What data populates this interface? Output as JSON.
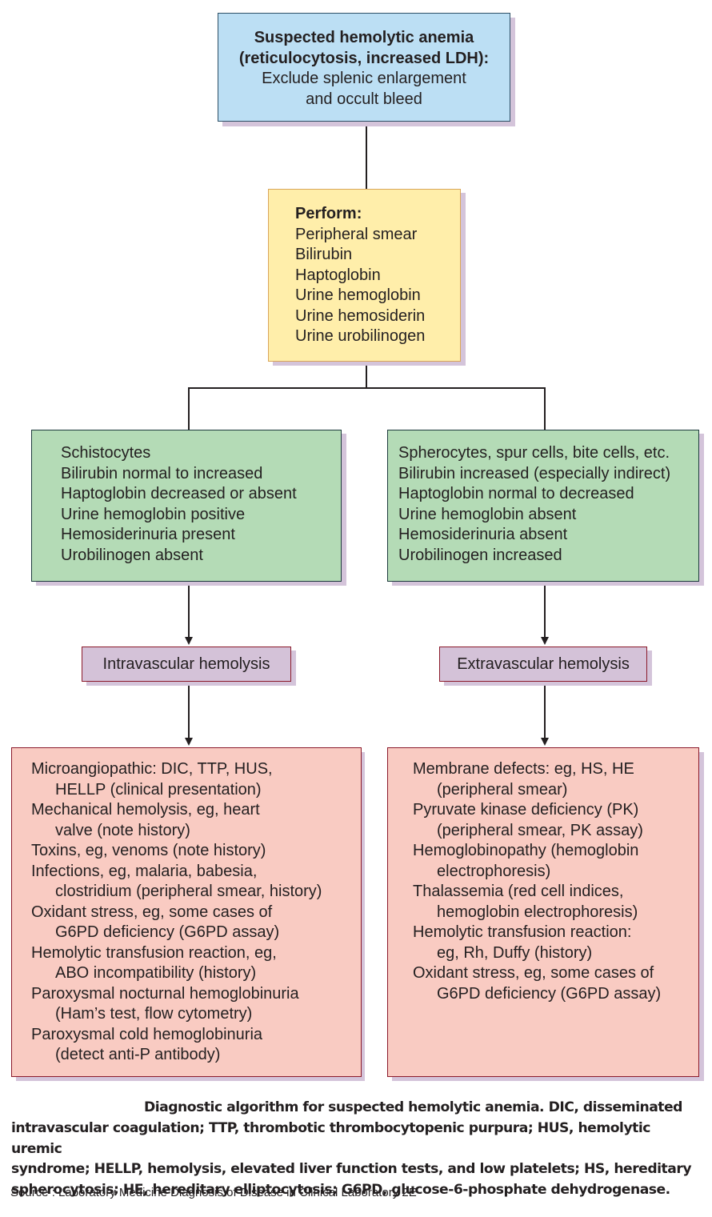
{
  "top_box": {
    "title_line1": "Suspected hemolytic anemia",
    "title_line2": "(reticulocytosis, increased LDH):",
    "body_line1": "Exclude splenic enlargement",
    "body_line2": "and occult bleed"
  },
  "perform_box": {
    "title": "Perform:",
    "items": [
      "Peripheral smear",
      "Bilirubin",
      "Haptoglobin",
      "Urine hemoglobin",
      "Urine hemosiderin",
      "Urine urobilinogen"
    ]
  },
  "left_findings": {
    "items": [
      "Schistocytes",
      "Bilirubin normal to increased",
      "Haptoglobin decreased or absent",
      "Urine hemoglobin positive",
      "Hemosiderinuria present",
      "Urobilinogen absent"
    ]
  },
  "right_findings": {
    "items": [
      "Spherocytes, spur cells, bite cells, etc.",
      "Bilirubin increased (especially indirect)",
      "Haptoglobin normal to decreased",
      "Urine hemoglobin absent",
      "Hemosiderinuria absent",
      "Urobilinogen increased"
    ]
  },
  "left_category": {
    "label": "Intravascular hemolysis"
  },
  "right_category": {
    "label": "Extravascular hemolysis"
  },
  "left_causes": {
    "lines": [
      {
        "text": "Microangiopathic: DIC, TTP, HUS,",
        "indent": false
      },
      {
        "text": "HELLP (clinical presentation)",
        "indent": true
      },
      {
        "text": "Mechanical hemolysis, eg, heart",
        "indent": false
      },
      {
        "text": "valve (note history)",
        "indent": true
      },
      {
        "text": "Toxins, eg, venoms (note history)",
        "indent": false
      },
      {
        "text": "Infections, eg, malaria, babesia,",
        "indent": false
      },
      {
        "text": "clostridium (peripheral smear, history)",
        "indent": true
      },
      {
        "text": "Oxidant stress, eg, some cases of",
        "indent": false
      },
      {
        "text": "G6PD deficiency (G6PD assay)",
        "indent": true
      },
      {
        "text": "Hemolytic transfusion reaction, eg,",
        "indent": false
      },
      {
        "text": "ABO incompatibility (history)",
        "indent": true
      },
      {
        "text": "Paroxysmal nocturnal hemoglobinuria",
        "indent": false
      },
      {
        "text": "(Ham’s test, flow cytometry)",
        "indent": true
      },
      {
        "text": "Paroxysmal cold hemoglobinuria",
        "indent": false
      },
      {
        "text": "(detect anti-P antibody)",
        "indent": true
      }
    ]
  },
  "right_causes": {
    "lines": [
      {
        "text": "Membrane defects: eg, HS, HE",
        "indent": false
      },
      {
        "text": "(peripheral smear)",
        "indent": true
      },
      {
        "text": "Pyruvate kinase deficiency (PK)",
        "indent": false
      },
      {
        "text": "(peripheral smear, PK assay)",
        "indent": true
      },
      {
        "text": "Hemoglobinopathy (hemoglobin",
        "indent": false
      },
      {
        "text": "electrophoresis)",
        "indent": true
      },
      {
        "text": "Thalassemia (red cell indices,",
        "indent": false
      },
      {
        "text": "hemoglobin electrophoresis)",
        "indent": true
      },
      {
        "text": "Hemolytic transfusion reaction:",
        "indent": false
      },
      {
        "text": "eg, Rh, Duffy (history)",
        "indent": true
      },
      {
        "text": "Oxidant stress, eg, some cases of",
        "indent": false
      },
      {
        "text": "G6PD deficiency (G6PD assay)",
        "indent": true
      }
    ]
  },
  "caption": {
    "lines": [
      "Diagnostic algorithm for suspected hemolytic anemia. DIC, disseminated",
      "intravascular coagulation; TTP, thrombotic thrombocytopenic purpura; HUS, hemolytic uremic",
      "syndrome; HELLP, hemolysis, elevated liver function tests, and low platelets; HS, hereditary",
      "spherocytosis; HE, hereditary elliptocytosis; G6PD, glucose-6-phosphate dehydrogenase."
    ],
    "source": "Source : Laboratory Medicine Diagnosis of Disease in Clinical Laboratory 2E"
  },
  "colors": {
    "top_box": "#bcdff4",
    "perform_box": "#ffeeaa",
    "findings_box": "#b4dbb6",
    "category_box": "#d4c2d8",
    "causes_box": "#f9cbc2",
    "shadow": "#d4c4da"
  }
}
